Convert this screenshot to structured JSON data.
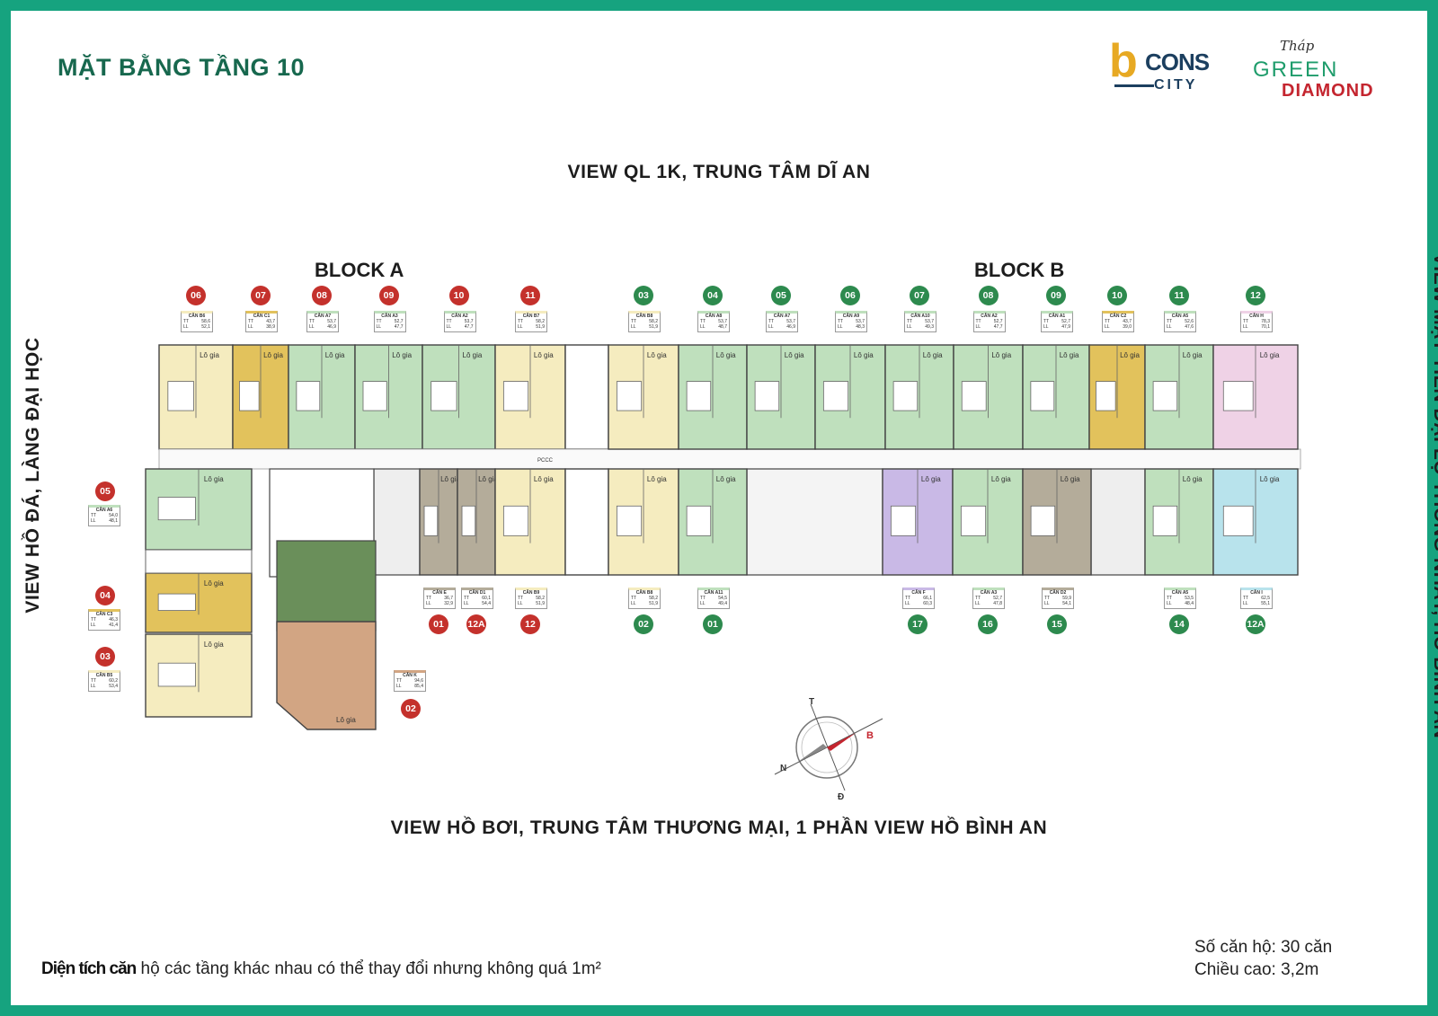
{
  "title": "MẶT BẰNG TẦNG 10",
  "views": {
    "top": "VIEW QL 1K, TRUNG TÂM  DĨ AN",
    "bottom": "VIEW HỒ BƠI, TRUNG TÂM THƯƠNG MẠI, 1 PHẦN VIEW HỒ BÌNH AN",
    "left": "VIEW HỒ ĐÁ, LÀNG ĐẠI HỌC",
    "right": "VIEW MẶT TIỀN ĐẠI LỘ THỐNG NHẤT, HỒ BÌNH AN"
  },
  "blocks": {
    "a": "BLOCK A",
    "b": "BLOCK B"
  },
  "logos": {
    "bcons_b": "b",
    "bcons_cons": "CONS",
    "bcons_city": "CITY",
    "gd_thap": "Tháp",
    "gd_green": "GREEN",
    "gd_diamond": "DIAMOND"
  },
  "colors": {
    "green_unit": "#bfe0bd",
    "yellow_unit": "#f5ecbf",
    "ochre_unit": "#e2c25c",
    "pink_unit": "#efd2e6",
    "blue_unit": "#b8e3ec",
    "purple_unit": "#c9b9e6",
    "taupe_unit": "#b4ac9a",
    "brown_unit": "#d2a583",
    "dark_green_unit": "#6a8f5a"
  },
  "top_units_a": [
    {
      "num": "06",
      "name": "CĂN B6",
      "tt": "58,6",
      "tl": "52,1",
      "color": "yellow_unit"
    },
    {
      "num": "07",
      "name": "CĂN C1",
      "tt": "43,7",
      "tl": "38,9",
      "color": "ochre_unit"
    },
    {
      "num": "08",
      "name": "CĂN A7",
      "tt": "53,7",
      "tl": "46,9",
      "color": "green_unit"
    },
    {
      "num": "09",
      "name": "CĂN A3",
      "tt": "52,7",
      "tl": "47,7",
      "color": "green_unit"
    },
    {
      "num": "10",
      "name": "CĂN A2",
      "tt": "53,7",
      "tl": "47,7",
      "color": "green_unit"
    },
    {
      "num": "11",
      "name": "CĂN B7",
      "tt": "58,2",
      "tl": "51,9",
      "color": "yellow_unit"
    }
  ],
  "top_units_b": [
    {
      "num": "03",
      "name": "CĂN B8",
      "tt": "58,2",
      "tl": "51,9",
      "color": "yellow_unit"
    },
    {
      "num": "04",
      "name": "CĂN A8",
      "tt": "53,7",
      "tl": "48,7",
      "color": "green_unit"
    },
    {
      "num": "05",
      "name": "CĂN A7",
      "tt": "53,7",
      "tl": "46,9",
      "color": "green_unit"
    },
    {
      "num": "06",
      "name": "CĂN A9",
      "tt": "53,7",
      "tl": "48,3",
      "color": "green_unit"
    },
    {
      "num": "07",
      "name": "CĂN A10",
      "tt": "53,7",
      "tl": "49,3",
      "color": "green_unit"
    },
    {
      "num": "08",
      "name": "CĂN A2",
      "tt": "52,7",
      "tl": "47,7",
      "color": "green_unit"
    },
    {
      "num": "09",
      "name": "CĂN A1",
      "tt": "52,7",
      "tl": "47,9",
      "color": "green_unit"
    },
    {
      "num": "10",
      "name": "CĂN C2",
      "tt": "43,7",
      "tl": "39,0",
      "color": "ochre_unit"
    },
    {
      "num": "11",
      "name": "CĂN A5",
      "tt": "52,6",
      "tl": "47,6",
      "color": "green_unit"
    },
    {
      "num": "12",
      "name": "CĂN H",
      "tt": "78,3",
      "tl": "70,1",
      "color": "pink_unit"
    }
  ],
  "bottom_units_a": [
    {
      "num": "01",
      "name": "CĂN E",
      "tt": "36,7",
      "tl": "32,9",
      "color": "taupe_unit"
    },
    {
      "num": "12A",
      "name": "CĂN D1",
      "tt": "60,1",
      "tl": "54,4",
      "color": "taupe_unit"
    },
    {
      "num": "12",
      "name": "CĂN B9",
      "tt": "58,2",
      "tl": "51,9",
      "color": "yellow_unit"
    }
  ],
  "bottom_units_b": [
    {
      "num": "02",
      "name": "CĂN B8",
      "tt": "58,2",
      "tl": "51,9",
      "color": "yellow_unit"
    },
    {
      "num": "01",
      "name": "CĂN A11",
      "tt": "54,5",
      "tl": "49,4",
      "color": "green_unit"
    },
    {
      "num": "17",
      "name": "CĂN F",
      "tt": "66,1",
      "tl": "60,3",
      "color": "purple_unit"
    },
    {
      "num": "16",
      "name": "CĂN A3",
      "tt": "52,7",
      "tl": "47,8",
      "color": "green_unit"
    },
    {
      "num": "15",
      "name": "CĂN D2",
      "tt": "59,9",
      "tl": "54,1",
      "color": "taupe_unit"
    },
    {
      "num": "14",
      "name": "CĂN A5",
      "tt": "53,5",
      "tl": "48,4",
      "color": "green_unit"
    },
    {
      "num": "12A",
      "name": "CĂN I",
      "tt": "62,5",
      "tl": "55,1",
      "color": "blue_unit"
    }
  ],
  "wing_units": [
    {
      "num": "05",
      "name": "CĂN A6",
      "tt": "54,0",
      "tl": "48,1",
      "color": "green_unit"
    },
    {
      "num": "04",
      "name": "CĂN C3",
      "tt": "46,3",
      "tl": "41,4",
      "color": "ochre_unit"
    },
    {
      "num": "03",
      "name": "CĂN B5",
      "tt": "60,2",
      "tl": "53,4",
      "color": "yellow_unit"
    },
    {
      "num": "02",
      "name": "CĂN K",
      "tt": "94,6",
      "tl": "85,4",
      "color": "brown_unit"
    }
  ],
  "loggia": "Lô gia",
  "pccc": "PCCC",
  "compass": {
    "t": "T",
    "b": "B",
    "n": "N",
    "d": "Đ"
  },
  "footnote": {
    "blurred": "Diện tích căn",
    "rest": " hộ các tầng khác nhau có thể thay đổi nhưng không quá 1m²"
  },
  "stats": {
    "units": "Số căn hộ: 30 căn",
    "height": "Chiều cao: 3,2m"
  }
}
